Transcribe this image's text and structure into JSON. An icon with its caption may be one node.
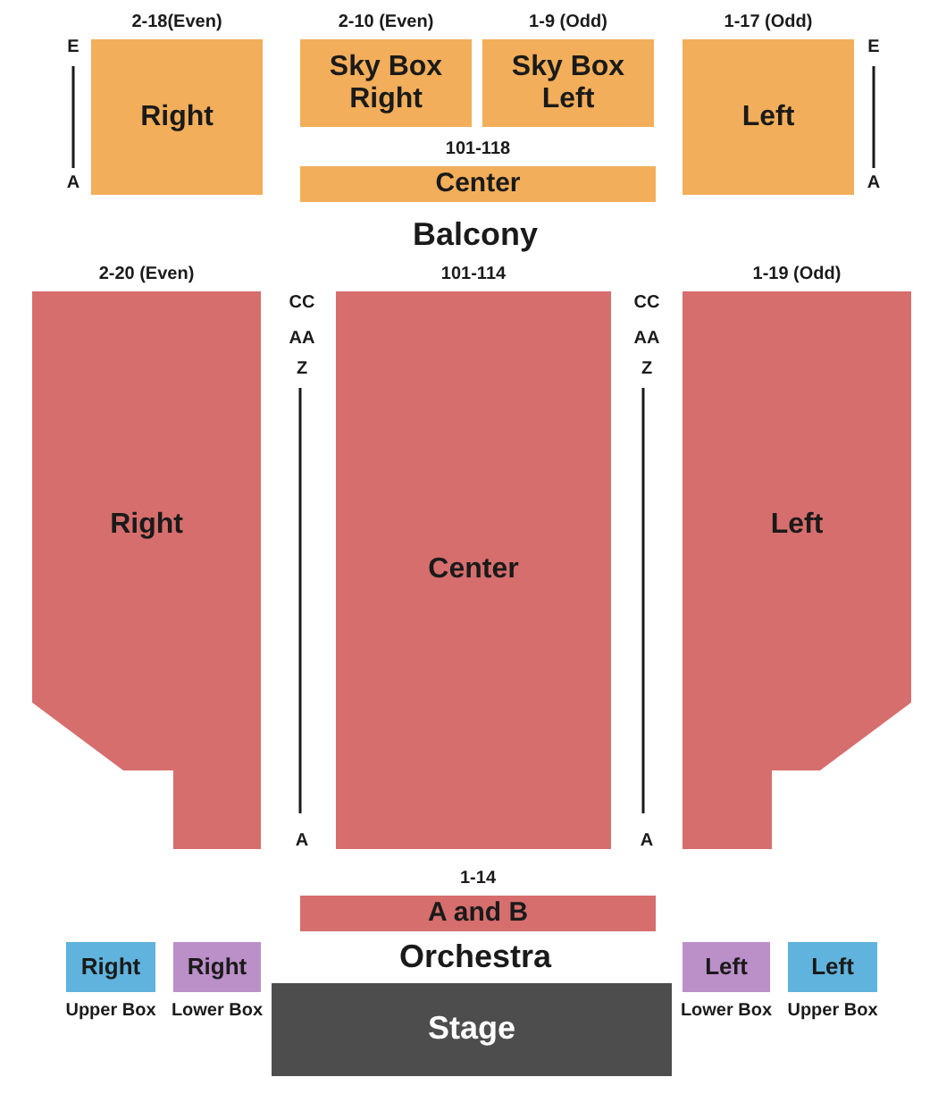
{
  "diagram": {
    "nodes": [
      {
        "text": [
          "Right"
        ],
        "beside": [
          "2-18(Even)"
        ]
      },
      {
        "text": [
          "Sky Box Right"
        ],
        "beside": [
          "2-10 (Even)"
        ]
      },
      {
        "text": [
          "Sky Box Left"
        ],
        "beside": [
          "1-9 (Odd)"
        ]
      },
      {
        "text": [
          "Left"
        ],
        "beside": [
          "1-17 (Odd)"
        ]
      },
      {
        "text": [
          "Center"
        ],
        "beside": [
          "101-118"
        ]
      },
      {
        "text": [
          "Right"
        ],
        "beside": [
          "2-20 (Even)"
        ]
      },
      {
        "text": [
          "Center"
        ],
        "beside": [
          "101-114"
        ]
      },
      {
        "text": [
          "Left"
        ],
        "beside": [
          "1-19 (Odd)"
        ]
      },
      {
        "text": [
          "A and B"
        ],
        "beside": [
          "1-14"
        ]
      },
      {
        "text": [
          "Right"
        ],
        "beside": [
          "Upper Box"
        ]
      },
      {
        "text": [
          "Right"
        ],
        "beside": [
          "Lower Box"
        ]
      },
      {
        "text": [
          "Left"
        ],
        "beside": [
          "Lower Box"
        ]
      },
      {
        "text": [
          "Left"
        ],
        "beside": [
          "Upper Box"
        ]
      },
      {
        "text": [
          "Stage"
        ]
      }
    ],
    "labels": [
      "E",
      "E",
      "A",
      "A",
      "Balcony",
      "CC",
      "CC",
      "AA",
      "AA",
      "Z",
      "Z",
      "A",
      "A",
      "Orchestra"
    ]
  }
}
